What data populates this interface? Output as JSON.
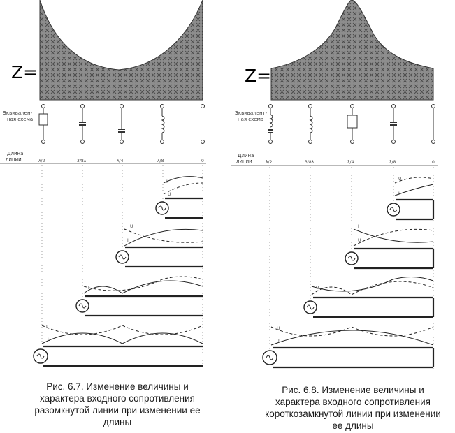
{
  "left": {
    "z_label": "Z=",
    "eq_label": [
      "Эквивален-",
      "ная схема"
    ],
    "len_label": [
      "Длина",
      "линии"
    ],
    "ticks": [
      "λ/2",
      "3/8λ",
      "λ/4",
      "λ/8",
      "0"
    ],
    "caption": [
      "Рис. 6.7. Изменение величины и",
      "характера входного сопротивления",
      "разомкнутой линии при изменении ее",
      "длины"
    ]
  },
  "right": {
    "z_label": "Z=",
    "eq_label": [
      "Эквивалент-",
      "ная схема"
    ],
    "len_label": [
      "Длина",
      "линии"
    ],
    "ticks": [
      "λ/2",
      "3/8λ",
      "λ/4",
      "λ/8",
      "0"
    ],
    "caption": [
      "Рис. 6.8. Изменение величины и",
      "характера входного сопротивления",
      "короткозамкнутой линии при изменении",
      "ее длины"
    ]
  },
  "wave_labels": {
    "current": "I",
    "voltage": "U"
  }
}
